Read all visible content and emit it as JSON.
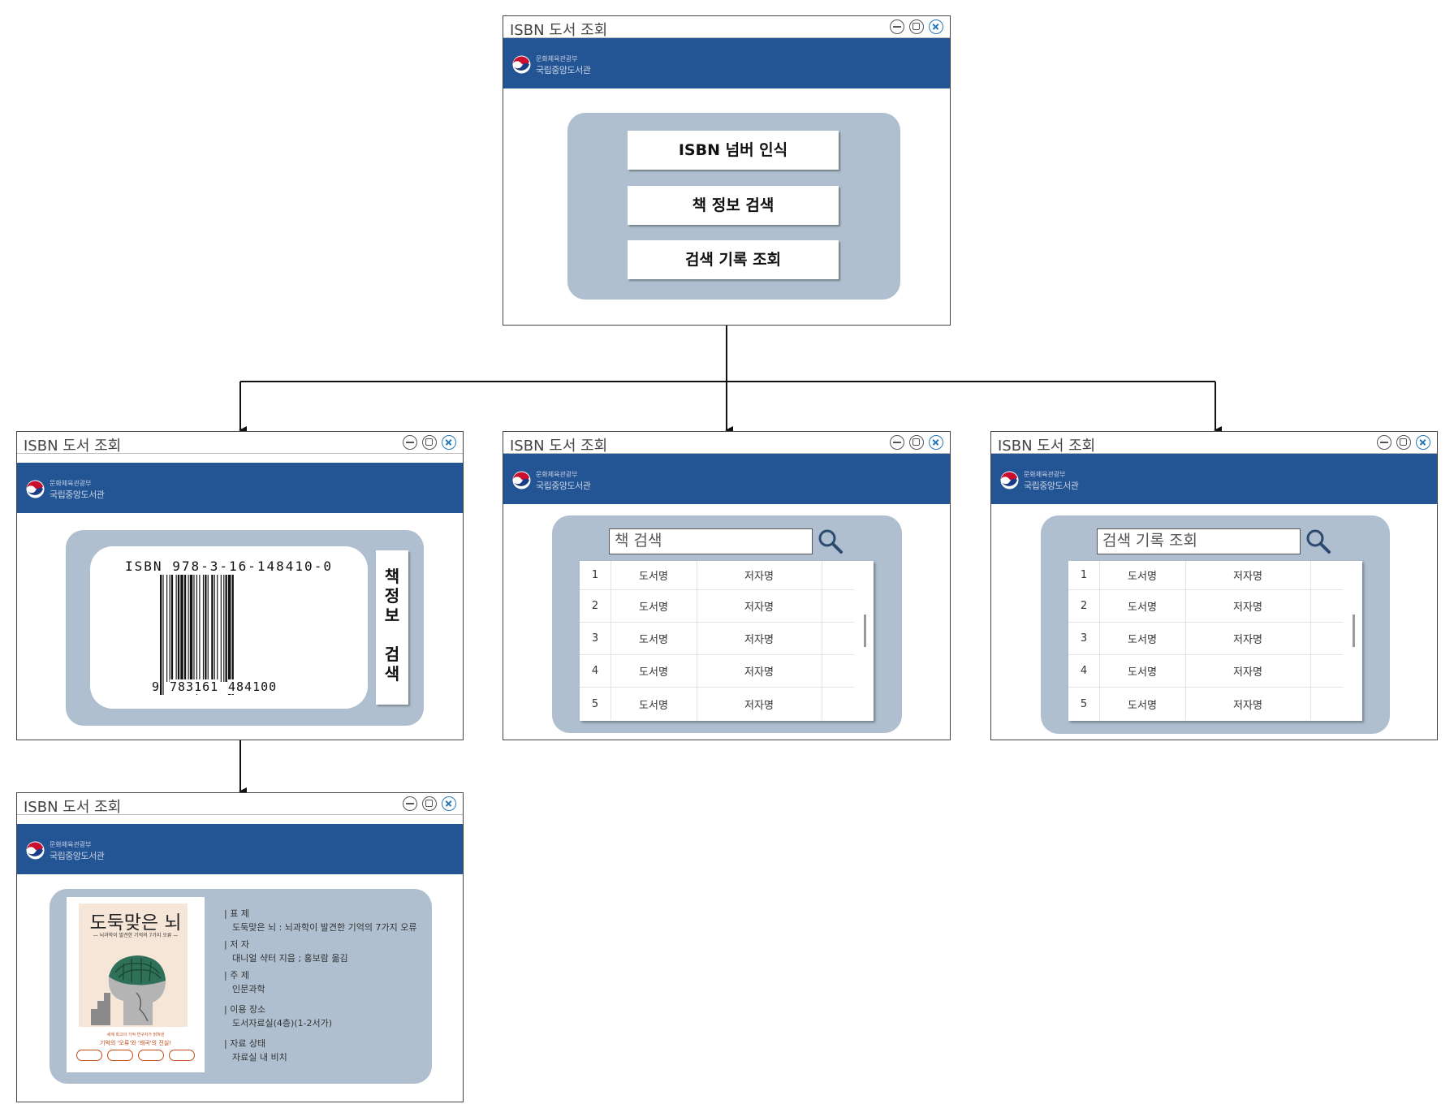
{
  "window_title": "ISBN 도서 조회",
  "logo": {
    "line1": "문화체육관광부",
    "line2": "국립중앙도서관"
  },
  "main_menu": {
    "isbn_button": "ISBN 넘버 인식",
    "search_button": "책 정보 검색",
    "history_button": "검색 기록 조회"
  },
  "barcode_screen": {
    "isbn_text": "ISBN 978-3-16-148410-0",
    "digits_lead": "9",
    "digits_group1": "783161",
    "digits_group2": "484100",
    "side_button": [
      "책",
      "정",
      "보",
      "검",
      "색"
    ]
  },
  "search_screen": {
    "placeholder": "책 검색",
    "rows": [
      {
        "no": "1",
        "title": "도서명",
        "author": "저자명"
      },
      {
        "no": "2",
        "title": "도서명",
        "author": "저자명"
      },
      {
        "no": "3",
        "title": "도서명",
        "author": "저자명"
      },
      {
        "no": "4",
        "title": "도서명",
        "author": "저자명"
      },
      {
        "no": "5",
        "title": "도서명",
        "author": "저자명"
      }
    ]
  },
  "history_screen": {
    "placeholder": "검색 기록 조회",
    "rows": [
      {
        "no": "1",
        "title": "도서명",
        "author": "저자명"
      },
      {
        "no": "2",
        "title": "도서명",
        "author": "저자명"
      },
      {
        "no": "3",
        "title": "도서명",
        "author": "저자명"
      },
      {
        "no": "4",
        "title": "도서명",
        "author": "저자명"
      },
      {
        "no": "5",
        "title": "도서명",
        "author": "저자명"
      }
    ]
  },
  "detail_screen": {
    "cover_title": "도둑맞은 뇌",
    "cover_subtitle": "— 뇌과학이 발견한 기억의 7가지 오류 —",
    "cover_tagline1": "세계 최고의 기억 연구자가 밝혀낸",
    "cover_tagline2": "기억의 '오류'와 '왜곡'의 진실!",
    "fields": [
      {
        "label": "| 표      제",
        "value": "도둑맞은 뇌 : 뇌과학이 발견한 기억의 7가지 오류"
      },
      {
        "label": "| 저      자",
        "value": "대니얼 샥터 지음 ; 홍보람 옮김"
      },
      {
        "label": "| 주      제",
        "value": "인문과학"
      },
      {
        "label": "| 이용 장소",
        "value": "도서자료실(4층)(1-2서가)"
      },
      {
        "label": "| 자료 상태",
        "value": "자료실 내 비치"
      }
    ]
  }
}
